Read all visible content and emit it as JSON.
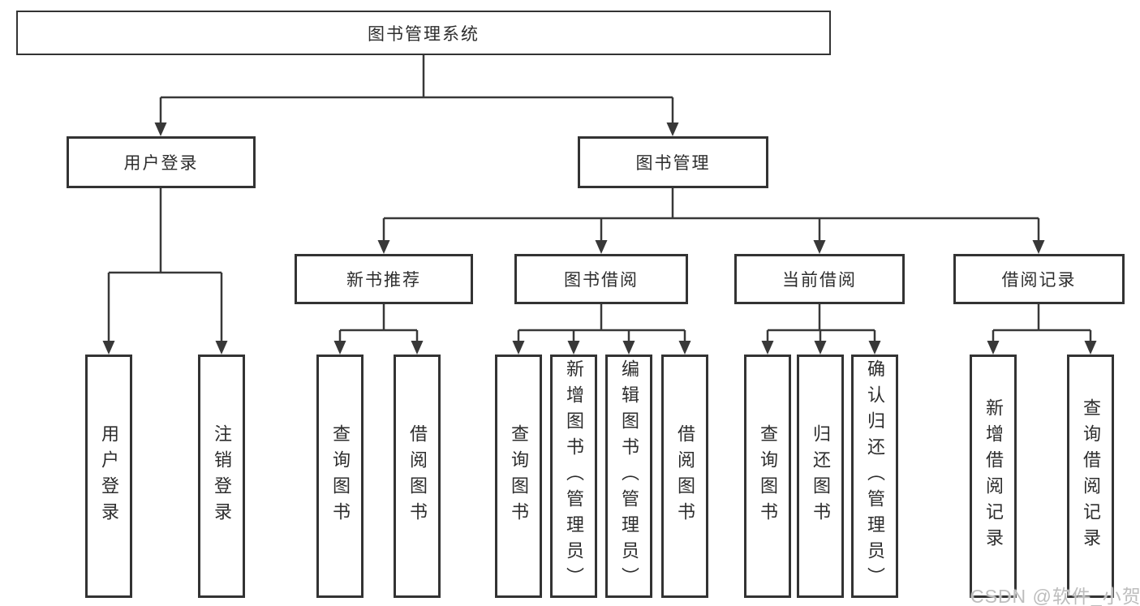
{
  "diagram": {
    "root": "图书管理系统",
    "branches": {
      "user_login": {
        "label": "用户登录",
        "children": [
          "用户登录",
          "注销登录"
        ]
      },
      "book_management": {
        "label": "图书管理",
        "children": [
          {
            "label": "新书推荐",
            "children": [
              "查询图书",
              "借阅图书"
            ]
          },
          {
            "label": "图书借阅",
            "children": [
              "查询图书",
              "新增图书（管理员）",
              "编辑图书（管理员）",
              "借阅图书"
            ]
          },
          {
            "label": "当前借阅",
            "children": [
              "查询图书",
              "归还图书",
              "确认归还（管理员）"
            ]
          },
          {
            "label": "借阅记录",
            "children": [
              "新增借阅记录",
              "查询借阅记录"
            ]
          }
        ]
      }
    }
  },
  "watermark": "CSDN @软件_小贺同学",
  "colors": {
    "line": "#383838",
    "box_border": "#333333",
    "text": "#2d2d2d",
    "watermark": "#bdbdbd",
    "background": "#ffffff"
  }
}
